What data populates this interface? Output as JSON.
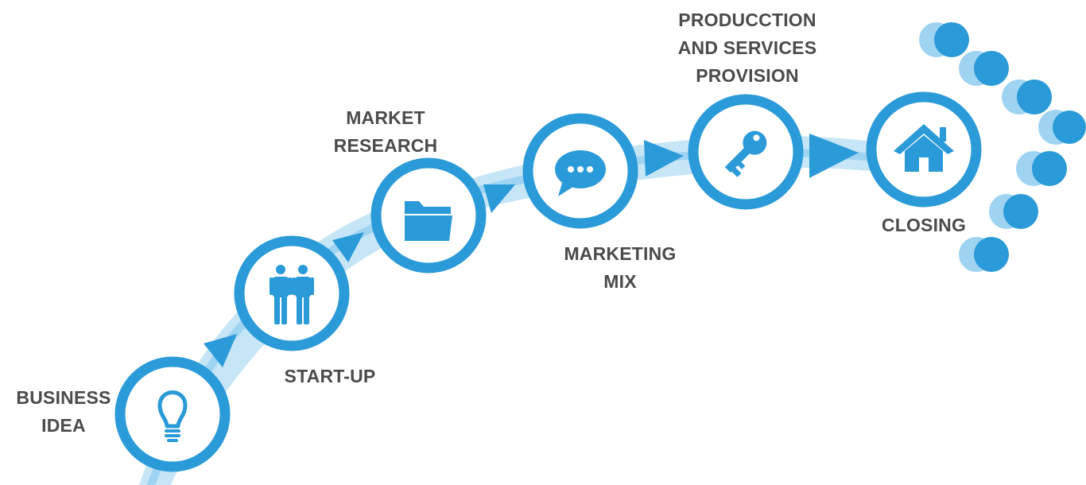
{
  "colors": {
    "primary": "#2a9ad8",
    "light": "#9fd3f2",
    "ribbon": "#c6e6f8",
    "text": "#4b4b4d",
    "background": "#ffffff"
  },
  "steps": [
    {
      "label_lines": [
        "BUSINESS",
        "IDEA"
      ],
      "icon": "lightbulb-icon"
    },
    {
      "label_lines": [
        "START-UP"
      ],
      "icon": "people-icon"
    },
    {
      "label_lines": [
        "MARKET",
        "RESEARCH"
      ],
      "icon": "folder-icon"
    },
    {
      "label_lines": [
        "MARKETING",
        "MIX"
      ],
      "icon": "speech-bubble-icon"
    },
    {
      "label_lines": [
        "PRODUCCTION",
        "AND SERVICES",
        "PROVISION"
      ],
      "icon": "key-icon"
    },
    {
      "label_lines": [
        "CLOSING"
      ],
      "icon": "house-icon"
    }
  ]
}
